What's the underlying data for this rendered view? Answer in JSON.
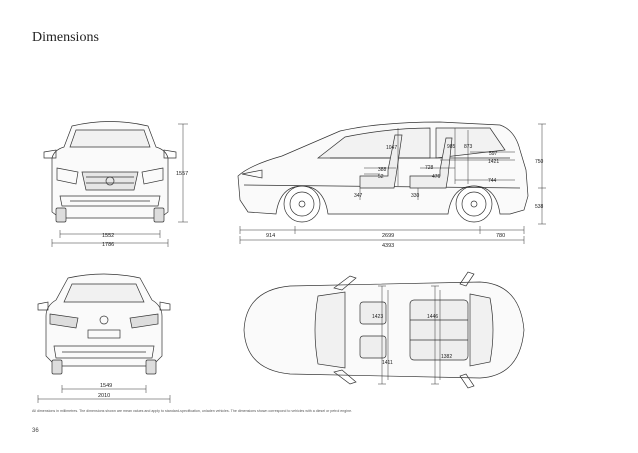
{
  "title": "Dimensions",
  "footnote": "All dimensions in millimetres. The dimensions shown are mean values and apply to standard-specification, unladen vehicles. The dimensions shown correspond to vehicles with a diesel or petrol engine.",
  "page_number": "36",
  "front_view": {
    "height": "1557",
    "track_front": "1552",
    "width": "1786"
  },
  "rear_view": {
    "track_rear": "1549",
    "width_mirrors": "2010"
  },
  "side_view": {
    "front_overhang": "914",
    "wheelbase": "2699",
    "rear_overhang": "780",
    "length": "4393",
    "headroom_front": "1047",
    "headroom_rear": "985",
    "headroom_third": "873",
    "seat_1": "388",
    "seat_2": "52",
    "legroom_rear": "728",
    "dim_476": "476",
    "dim_597": "597",
    "dim_1421": "1421",
    "dim_744": "744",
    "dim_750": "750",
    "dim_538": "538",
    "dim_347": "347",
    "dim_330": "330"
  },
  "top_view": {
    "shoulder_front": "1423",
    "shoulder_rear": "1446",
    "hip_front": "1411",
    "hip_rear": "1382"
  }
}
